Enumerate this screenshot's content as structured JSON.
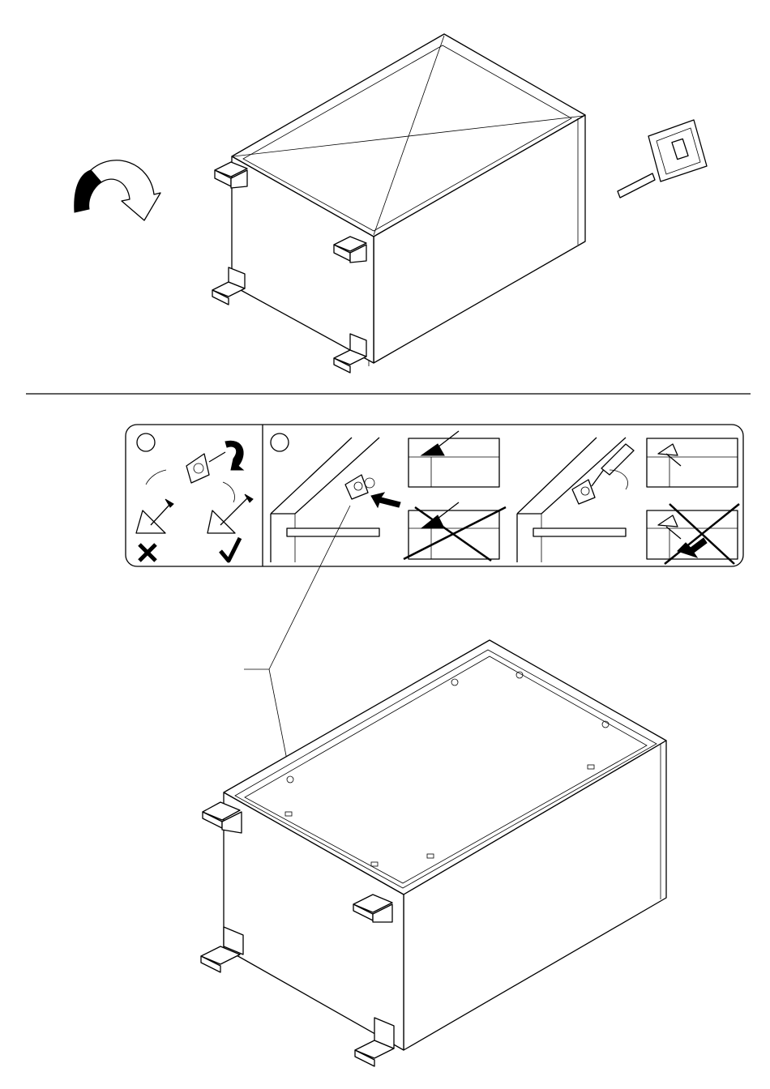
{
  "page": {
    "background": "#ffffff",
    "ink": "#000000"
  },
  "steps": [
    {
      "id": "step-top",
      "label": "",
      "note": ""
    },
    {
      "id": "step-bottom",
      "label": "",
      "note": ""
    }
  ],
  "detail_panel": {
    "badge_1": "",
    "badge_2": "",
    "result_wrong": "wrong",
    "result_right": "right"
  },
  "icons": [
    "rotate-arrow-icon",
    "tape-measure-icon",
    "screw-icon",
    "cam-fitting-icon",
    "cross-icon",
    "check-icon",
    "push-arrow-icon",
    "screwdriver-icon"
  ]
}
